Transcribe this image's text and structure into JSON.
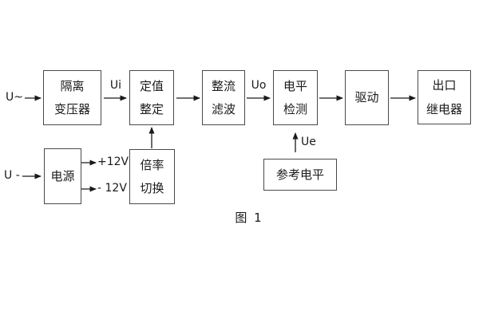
{
  "diagram": {
    "caption": "图 1",
    "colors": {
      "background": "#ffffff",
      "box_border": "#4a4a4a",
      "text": "#1a1a1a",
      "arrow": "#1a1a1a"
    },
    "inputs": {
      "ac_label": "U~",
      "dc_label": "U -"
    },
    "signal_labels": {
      "ui": "Ui",
      "uo": "Uo",
      "ue": "Ue",
      "rail_pos": "+12V",
      "rail_neg": "- 12V"
    },
    "blocks": {
      "isolation_transformer": {
        "line1": "隔离",
        "line2": "变压器"
      },
      "setting": {
        "line1": "定值",
        "line2": "整定"
      },
      "rectify_filter": {
        "line1": "整流",
        "line2": "滤波"
      },
      "level_detect": {
        "line1": "电平",
        "line2": "检测"
      },
      "drive": {
        "line1": "驱动"
      },
      "output_relay": {
        "line1": "出口",
        "line2": "继电器"
      },
      "power": {
        "line1": "电源"
      },
      "ratio_switch": {
        "line1": "倍率",
        "line2": "切换"
      },
      "reference_level": {
        "line1": "参考电平"
      }
    }
  }
}
